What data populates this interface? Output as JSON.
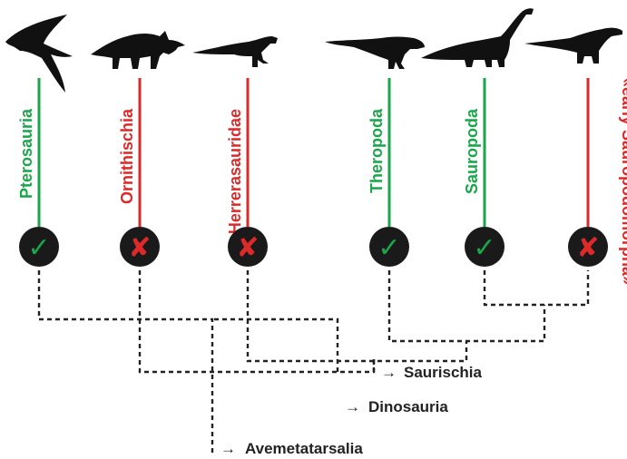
{
  "colors": {
    "present": "#1aa64b",
    "absent": "#dc2a2a",
    "silhouette": "#111111",
    "circle": "#1a1a1a",
    "dashed": "#222222"
  },
  "taxa": [
    {
      "name": "Pterosauria",
      "status": "present",
      "mark": "✓",
      "silhouette": "pterosaur-icon"
    },
    {
      "name": "Ornithischia",
      "status": "absent",
      "mark": "✘",
      "silhouette": "ceratopsian-icon"
    },
    {
      "name": "Herrerasauridae",
      "status": "absent",
      "mark": "✘",
      "silhouette": "herrerasaur-icon"
    },
    {
      "name": "Theropoda",
      "status": "present",
      "mark": "✓",
      "silhouette": "theropod-icon"
    },
    {
      "name": "Sauropoda",
      "status": "present",
      "mark": "✓",
      "silhouette": "sauropod-icon"
    },
    {
      "name": "«early Sauropodomorpha»",
      "status": "absent",
      "mark": "✘",
      "silhouette": "early-sauropodomorph-icon"
    }
  ],
  "nodes": {
    "saurischia": "Saurischia",
    "dinosauria": "Dinosauria",
    "avemetatarsalia": "Avemetatarsalia"
  },
  "arrow_glyph": "→"
}
